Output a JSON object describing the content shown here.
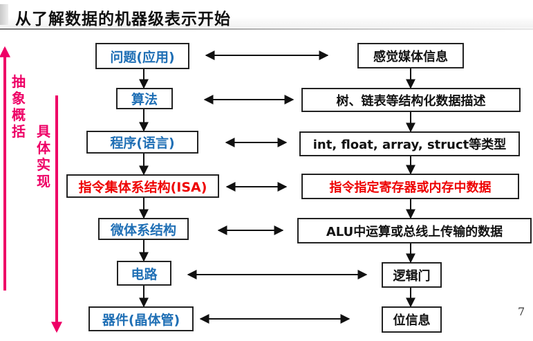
{
  "title": "从了解数据的机器级表示开始",
  "side_labels": {
    "abstraction": "抽象概括",
    "implementation": "具体实现"
  },
  "levels": [
    {
      "left": "问题(应用)",
      "right": "感觉媒体信息"
    },
    {
      "left": "算法",
      "right": "树、链表等结构化数据描述"
    },
    {
      "left": "程序(语言)",
      "right": "int, float, array, struct等类型"
    },
    {
      "left": "指令集体系结构(ISA)",
      "right": "指令指定寄存器或内存中数据",
      "highlight": true
    },
    {
      "left": "微体系结构",
      "right": "ALU中运算或总线上传输的数据"
    },
    {
      "left": "电路",
      "right": "逻辑门"
    },
    {
      "left": "器件(晶体管)",
      "right": "位信息"
    }
  ],
  "page_number": "7",
  "colors": {
    "left_text": "#1f6fb5",
    "highlight_text": "#ee0000",
    "side_label": "#ee0066"
  }
}
